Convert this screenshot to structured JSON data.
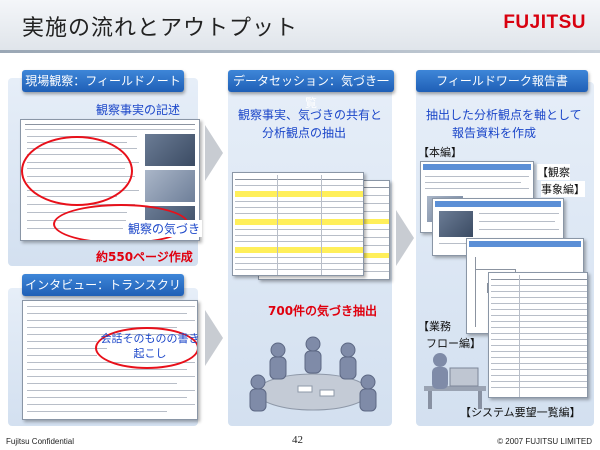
{
  "title": "実施の流れとアウトプット",
  "logo": "FUJITSU",
  "columns": {
    "left_top": {
      "header": "現場観察：フィールドノート",
      "label_top": "観察事実の記述",
      "label_bottom": "観察の気づき",
      "count": "約550ページ作成"
    },
    "left_bottom": {
      "header": "インタビュー：トランスクリプト",
      "label": "会話そのものの書き起こし"
    },
    "middle": {
      "header": "データセッション：気づき一覧",
      "description_line1": "観察事実、気づきの共有と",
      "description_line2": "分析観点の抽出",
      "count": "700件の気づき抽出"
    },
    "right": {
      "header": "フィールドワーク報告書",
      "description_line1": "抽出した分析観点を軸として",
      "description_line2": "報告資料を作成",
      "label_main": "【本編】",
      "label_observation_line1": "【観察",
      "label_observation_line2": "事象編】",
      "label_flow_line1": "【業務",
      "label_flow_line2": "フロー編】",
      "label_system": "【システム要望一覧編】"
    }
  },
  "footer": {
    "left": "Fujitsu Confidential",
    "page": "42",
    "right": "© 2007 FUJITSU LIMITED"
  },
  "colors": {
    "header_blue": "#1f5fb6",
    "text_blue": "#1b46c9",
    "accent_red": "#e0000e",
    "logo_red": "#d8000f"
  }
}
